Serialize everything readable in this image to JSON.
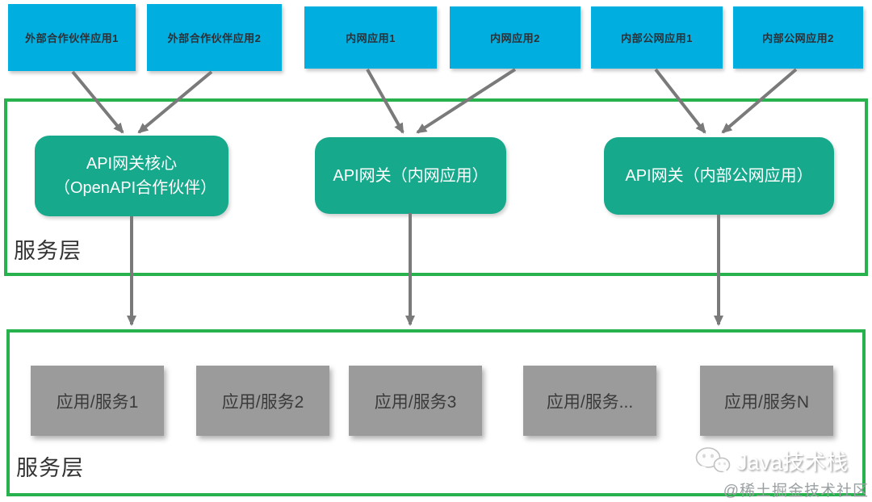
{
  "colors": {
    "cyan": "#00aee0",
    "teal": "#17a98c",
    "green": "#27b24e",
    "gray-box": "#9b9b9b",
    "arrow": "#7a7a7a",
    "dark-text": "#2b3036"
  },
  "top_apps": [
    {
      "label": "外部合作伙伴应用1"
    },
    {
      "label": "外部合作伙伴应用2"
    },
    {
      "label": "内网应用1"
    },
    {
      "label": "内网应用2"
    },
    {
      "label": "内部公网应用1"
    },
    {
      "label": "内部公网应用2"
    }
  ],
  "gateway_layer": {
    "label": "服务层",
    "gateways": [
      {
        "label": "API网关核心\n（OpenAPI合作伙伴）"
      },
      {
        "label": "API网关（内网应用）"
      },
      {
        "label": "API网关（内部公网应用）"
      }
    ]
  },
  "service_layer": {
    "label": "服务层",
    "services": [
      {
        "label": "应用/服务1"
      },
      {
        "label": "应用/服务2"
      },
      {
        "label": "应用/服务3"
      },
      {
        "label": "应用/服务..."
      },
      {
        "label": "应用/服务N"
      }
    ]
  },
  "watermark": {
    "brand": "Java技术栈",
    "community": "@稀土掘金技术社区",
    "icon": "wechat-icon"
  }
}
